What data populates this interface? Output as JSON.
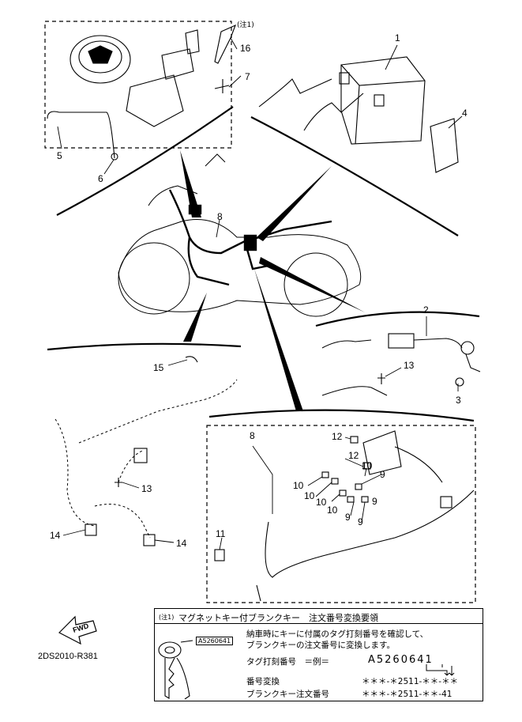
{
  "callouts": {
    "c1": "1",
    "c2": "2",
    "c3": "3",
    "c4": "4",
    "c5": "5",
    "c6": "6",
    "c7": "7",
    "c8a": "8",
    "c8b": "8",
    "c9a": "9",
    "c9b": "9",
    "c9c": "9",
    "c9d": "9",
    "c10a": "10",
    "c10b": "10",
    "c10c": "10",
    "c10d": "10",
    "c10e": "10",
    "c11": "11",
    "c12a": "12",
    "c12b": "12",
    "c13a": "13",
    "c13b": "13",
    "c14a": "14",
    "c14b": "14",
    "c15": "15",
    "c16": "16",
    "note1_mark": "(注1)"
  },
  "fwd_label": "FWD",
  "diagram_code": "2DS2010-R381",
  "note": {
    "mark": "(注1)",
    "title": "マグネットキー付ブランクキー　注文番号変換要領",
    "line1": "納車時にキーに付属のタグ打刻番号を確認して、",
    "line2": "ブランクキーの注文番号に変換します。",
    "tag_label": "タグ打刻番号　＝例＝",
    "tag_example": "A5260641",
    "tag_on_key": "A5260641",
    "convert_label": "番号変換",
    "convert_value": "＊＊＊-＊2511-＊＊-＊＊",
    "blank_label": "ブランクキー注文番号",
    "blank_value": "＊＊＊-＊2511-＊＊-41"
  }
}
